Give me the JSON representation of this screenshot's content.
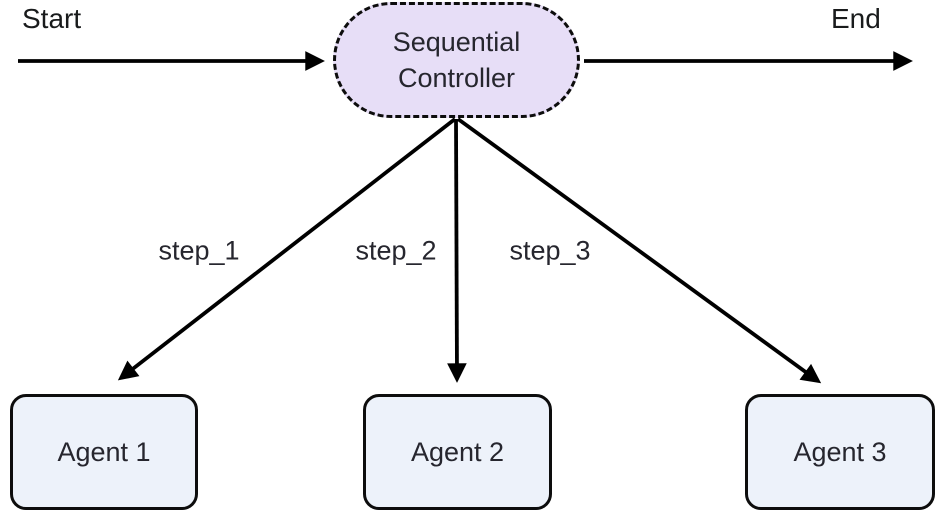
{
  "diagram": {
    "type": "flowchart",
    "start_label": "Start",
    "end_label": "End",
    "controller": {
      "label": "Sequential Controller"
    },
    "agents": [
      {
        "label": "Agent 1"
      },
      {
        "label": "Agent 2"
      },
      {
        "label": "Agent 3"
      }
    ],
    "edges": [
      {
        "from": "Start",
        "to": "Sequential Controller",
        "label": ""
      },
      {
        "from": "Sequential Controller",
        "to": "End",
        "label": ""
      },
      {
        "from": "Sequential Controller",
        "to": "Agent 1",
        "label": "step_1"
      },
      {
        "from": "Sequential Controller",
        "to": "Agent 2",
        "label": "step_2"
      },
      {
        "from": "Sequential Controller",
        "to": "Agent 3",
        "label": "step_3"
      }
    ],
    "colors": {
      "controller_fill": "#e7def7",
      "agent_fill": "#edf2fa",
      "node_border": "#0d0d0d",
      "line": "#000000",
      "text": "#26262e",
      "background": "#ffffff"
    }
  }
}
